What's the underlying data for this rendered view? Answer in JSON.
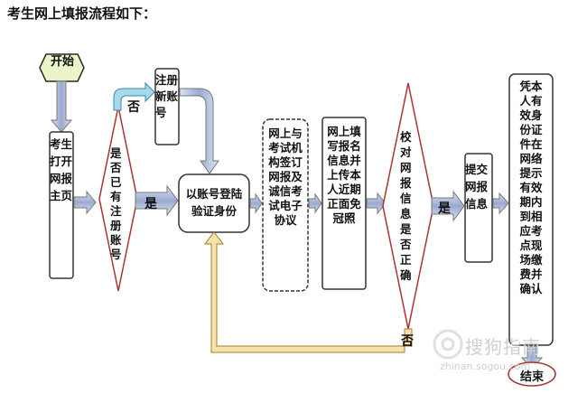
{
  "title": "考生网上填报流程如下：",
  "nodes": {
    "start": "开始",
    "open_home": "考生打开网报主页",
    "registered_q": "是否已有注册账号",
    "new_account": "注册新账号",
    "login": "以账号登陆验证身份",
    "sign_agreement": "网上与考试机构签订网报及诚信考试电子协议",
    "fill_info": "网上填写报名信息并上传本人近期正面免冠照",
    "verify_q": "校对网报信息是否正确",
    "submit": "提交网报信息",
    "pay": "凭本人有效身份证件在网络提示有效期内到相应考点现场缴费并确认",
    "end": "结束"
  },
  "edge_labels": {
    "no_top": "否",
    "yes_mid": "是",
    "yes_right": "是",
    "no_bottom": "否"
  },
  "watermark": {
    "brand": "搜狗指南",
    "url": "zhinan.sogou.com"
  }
}
